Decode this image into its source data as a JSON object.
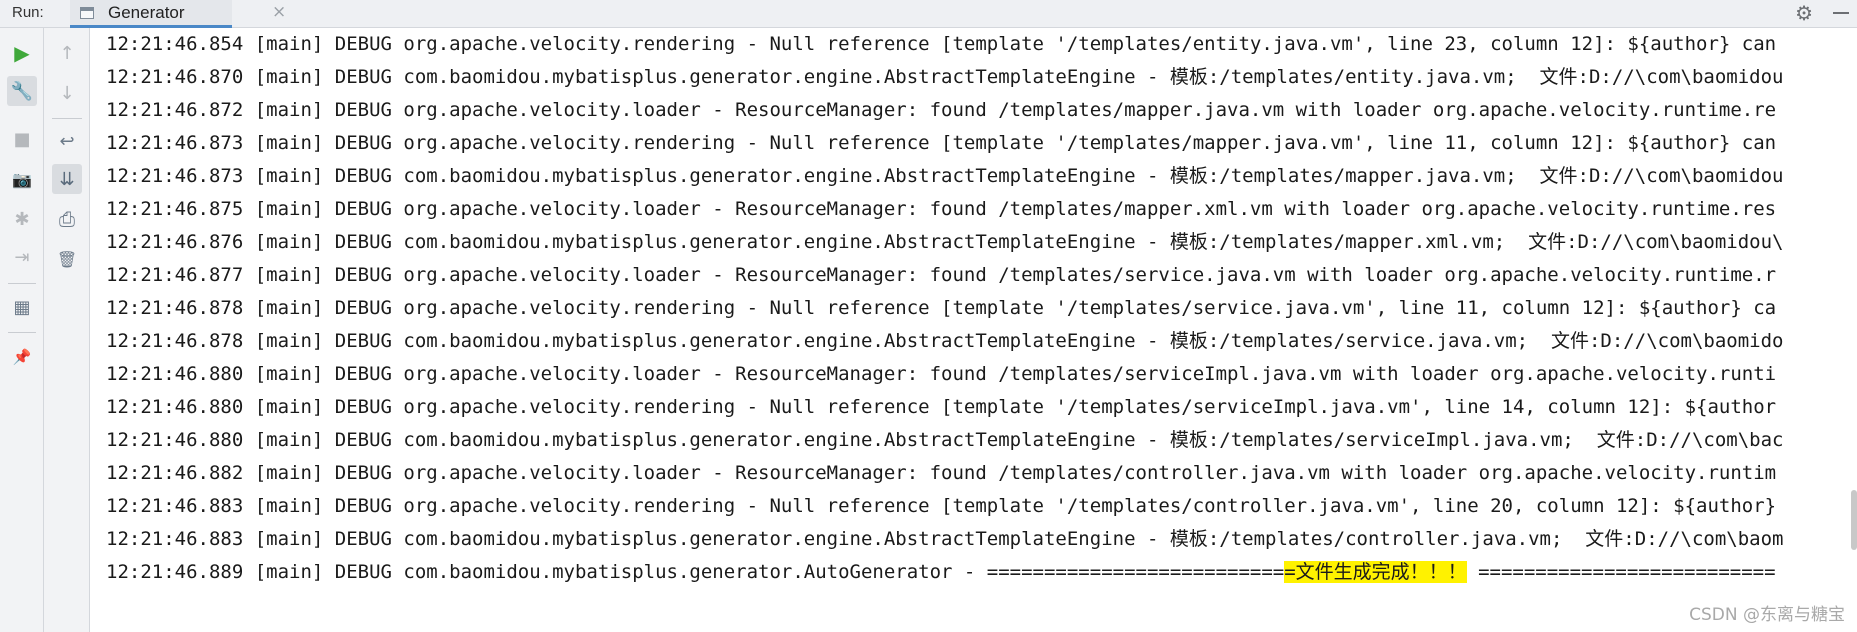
{
  "panel": {
    "run_label": "Run:",
    "tab_label": "Generator",
    "tab_close": "×",
    "settings_glyph": "⚙"
  },
  "toolbar": {
    "run_glyph": "▶",
    "wrench_glyph": "🔧",
    "stop_glyph": "■",
    "camera_glyph": "📷",
    "debug_glyph": "✱",
    "login_glyph": "⇥",
    "layout_glyph": "▦",
    "pin_glyph": "📌",
    "up_glyph": "↑",
    "down_glyph": "↓",
    "wrap_glyph": "↩",
    "scroll_end_glyph": "⇊",
    "print_glyph": "⎙",
    "trash_glyph": "🗑"
  },
  "colors": {
    "run_green": "#3fa83a",
    "highlight_yellow": "#fff200",
    "tab_underline": "#4a88c7"
  },
  "console": {
    "lines": [
      "12:21:46.854 [main] DEBUG org.apache.velocity.rendering - Null reference [template '/templates/entity.java.vm', line 23, column 12]: ${author} can",
      "12:21:46.870 [main] DEBUG com.baomidou.mybatisplus.generator.engine.AbstractTemplateEngine - 模板:/templates/entity.java.vm;  文件:D://\\com\\baomidou",
      "12:21:46.872 [main] DEBUG org.apache.velocity.loader - ResourceManager: found /templates/mapper.java.vm with loader org.apache.velocity.runtime.re",
      "12:21:46.873 [main] DEBUG org.apache.velocity.rendering - Null reference [template '/templates/mapper.java.vm', line 11, column 12]: ${author} can",
      "12:21:46.873 [main] DEBUG com.baomidou.mybatisplus.generator.engine.AbstractTemplateEngine - 模板:/templates/mapper.java.vm;  文件:D://\\com\\baomidou",
      "12:21:46.875 [main] DEBUG org.apache.velocity.loader - ResourceManager: found /templates/mapper.xml.vm with loader org.apache.velocity.runtime.res",
      "12:21:46.876 [main] DEBUG com.baomidou.mybatisplus.generator.engine.AbstractTemplateEngine - 模板:/templates/mapper.xml.vm;  文件:D://\\com\\baomidou\\",
      "12:21:46.877 [main] DEBUG org.apache.velocity.loader - ResourceManager: found /templates/service.java.vm with loader org.apache.velocity.runtime.r",
      "12:21:46.878 [main] DEBUG org.apache.velocity.rendering - Null reference [template '/templates/service.java.vm', line 11, column 12]: ${author} ca",
      "12:21:46.878 [main] DEBUG com.baomidou.mybatisplus.generator.engine.AbstractTemplateEngine - 模板:/templates/service.java.vm;  文件:D://\\com\\baomido",
      "12:21:46.880 [main] DEBUG org.apache.velocity.loader - ResourceManager: found /templates/serviceImpl.java.vm with loader org.apache.velocity.runti",
      "12:21:46.880 [main] DEBUG org.apache.velocity.rendering - Null reference [template '/templates/serviceImpl.java.vm', line 14, column 12]: ${author",
      "12:21:46.880 [main] DEBUG com.baomidou.mybatisplus.generator.engine.AbstractTemplateEngine - 模板:/templates/serviceImpl.java.vm;  文件:D://\\com\\bac",
      "12:21:46.882 [main] DEBUG org.apache.velocity.loader - ResourceManager: found /templates/controller.java.vm with loader org.apache.velocity.runtim",
      "12:21:46.883 [main] DEBUG org.apache.velocity.rendering - Null reference [template '/templates/controller.java.vm', line 20, column 12]: ${author}",
      "12:21:46.883 [main] DEBUG com.baomidou.mybatisplus.generator.engine.AbstractTemplateEngine - 模板:/templates/controller.java.vm;  文件:D://\\com\\baom"
    ],
    "final_line_prefix": "12:21:46.889 [main] DEBUG com.baomidou.mybatisplus.generator.AutoGenerator - ==========================",
    "final_line_highlight": "=文件生成完成！！！",
    "final_line_suffix": " ==========================",
    "partial_line": "                 "
  },
  "watermark": "CSDN @东离与糖宝"
}
